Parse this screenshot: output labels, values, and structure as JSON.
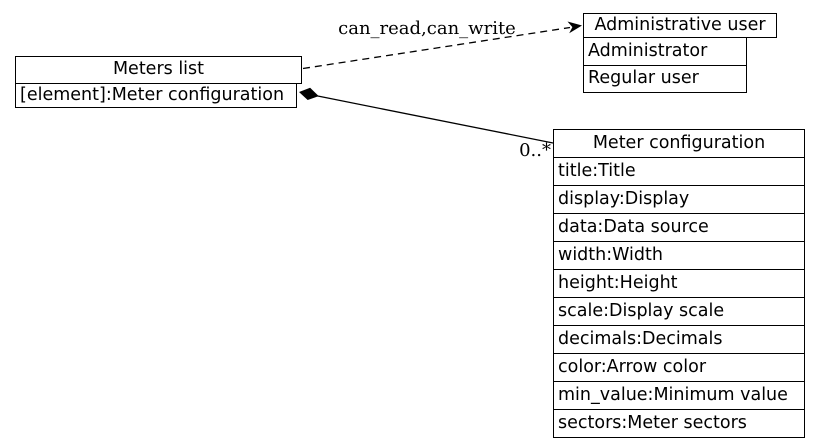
{
  "diagram": {
    "background_color": "#ffffff",
    "line_color": "#000000",
    "nodes": {
      "meters_list": {
        "title": "Meters list",
        "rows": [
          "[element]:Meter configuration"
        ]
      },
      "administrative_user": {
        "title": "Administrative user",
        "rows": [
          "Administrator",
          "Regular user"
        ]
      },
      "meter_configuration": {
        "title": "Meter configuration",
        "rows": [
          "title:Title",
          "display:Display",
          "data:Data source",
          "width:Width",
          "height:Height",
          "scale:Display scale",
          "decimals:Decimals",
          "color:Arrow color",
          "min_value:Minimum value",
          "sectors:Meter sectors"
        ]
      }
    },
    "edges": [
      {
        "from": "Meters list",
        "to": "Administrative user",
        "label": "can_read,can_write",
        "style": "dashed",
        "head": "arrow"
      },
      {
        "from": "Meters list",
        "to": "Meter configuration",
        "label": "0..*",
        "style": "solid",
        "tail": "filled-diamond"
      }
    ]
  }
}
